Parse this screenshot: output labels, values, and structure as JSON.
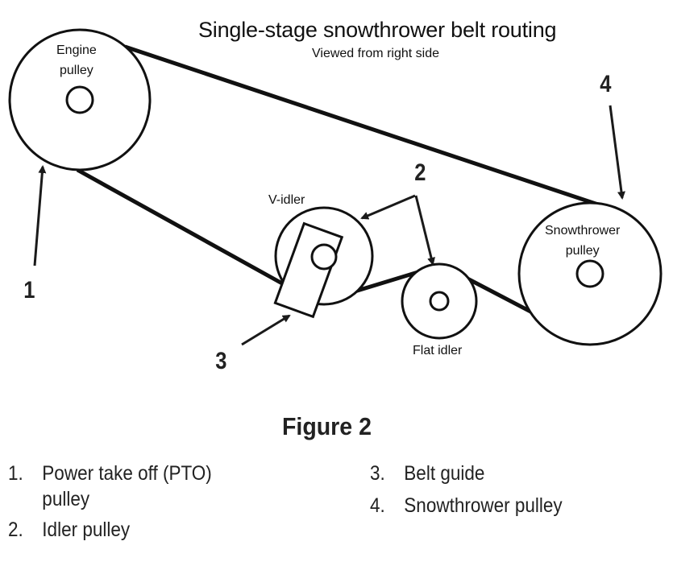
{
  "header": {
    "title": "Single-stage snowthrower belt routing",
    "subtitle": "Viewed from right side"
  },
  "pulleys": {
    "engine": {
      "label_line1": "Engine",
      "label_line2": "pulley"
    },
    "v_idler": {
      "label": "V-idler"
    },
    "flat_idler": {
      "label": "Flat idler"
    },
    "snowthrower": {
      "label_line1": "Snowthrower",
      "label_line2": "pulley"
    }
  },
  "callouts": [
    "1",
    "2",
    "3",
    "4"
  ],
  "figure_caption": "Figure 2",
  "legend": [
    {
      "num": "1.",
      "text": "Power take off (PTO)",
      "text2": "pulley"
    },
    {
      "num": "2.",
      "text": "Idler pulley"
    },
    {
      "num": "3.",
      "text": "Belt guide"
    },
    {
      "num": "4.",
      "text": "Snowthrower pulley"
    }
  ],
  "colors": {
    "line": "#111111",
    "background": "#ffffff"
  }
}
